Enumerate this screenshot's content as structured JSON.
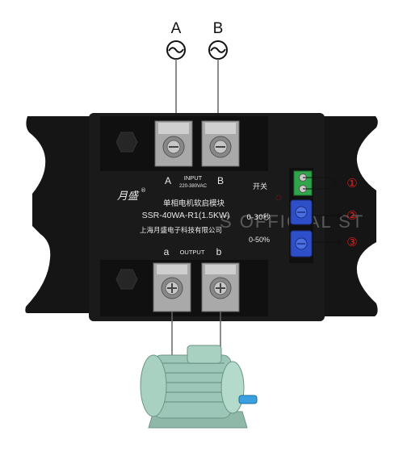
{
  "phase_labels": {
    "a": "A",
    "b": "B"
  },
  "module": {
    "input_a": "A",
    "input_b": "B",
    "input_title": "INPUT",
    "input_voltage": "220-380VAC",
    "brand": "月盛",
    "brand_mark": "®",
    "product_name": "单相电机软启模块",
    "model": "SSR-40WA-R1(1.5KW)",
    "company": "上海月盛电子科技有限公司",
    "output_a": "a",
    "output_title": "OUTPUT",
    "output_b": "b",
    "switch_label": "开关",
    "time_label": "0-30秒",
    "voltage_label": "0-50%",
    "watermark": "S OFFICIAL ST"
  },
  "annotations": [
    {
      "symbol": "①"
    },
    {
      "symbol": "②"
    },
    {
      "symbol": "③"
    }
  ],
  "colors": {
    "body": "#151515",
    "terminal_metal": "#b9b9b9",
    "terminal_green": "#2fa64a",
    "pot_blue": "#2d4fc8",
    "annotation_red": "#e02020",
    "motor_green": "#9cc7b8",
    "motor_shaft": "#3aa0e0"
  }
}
